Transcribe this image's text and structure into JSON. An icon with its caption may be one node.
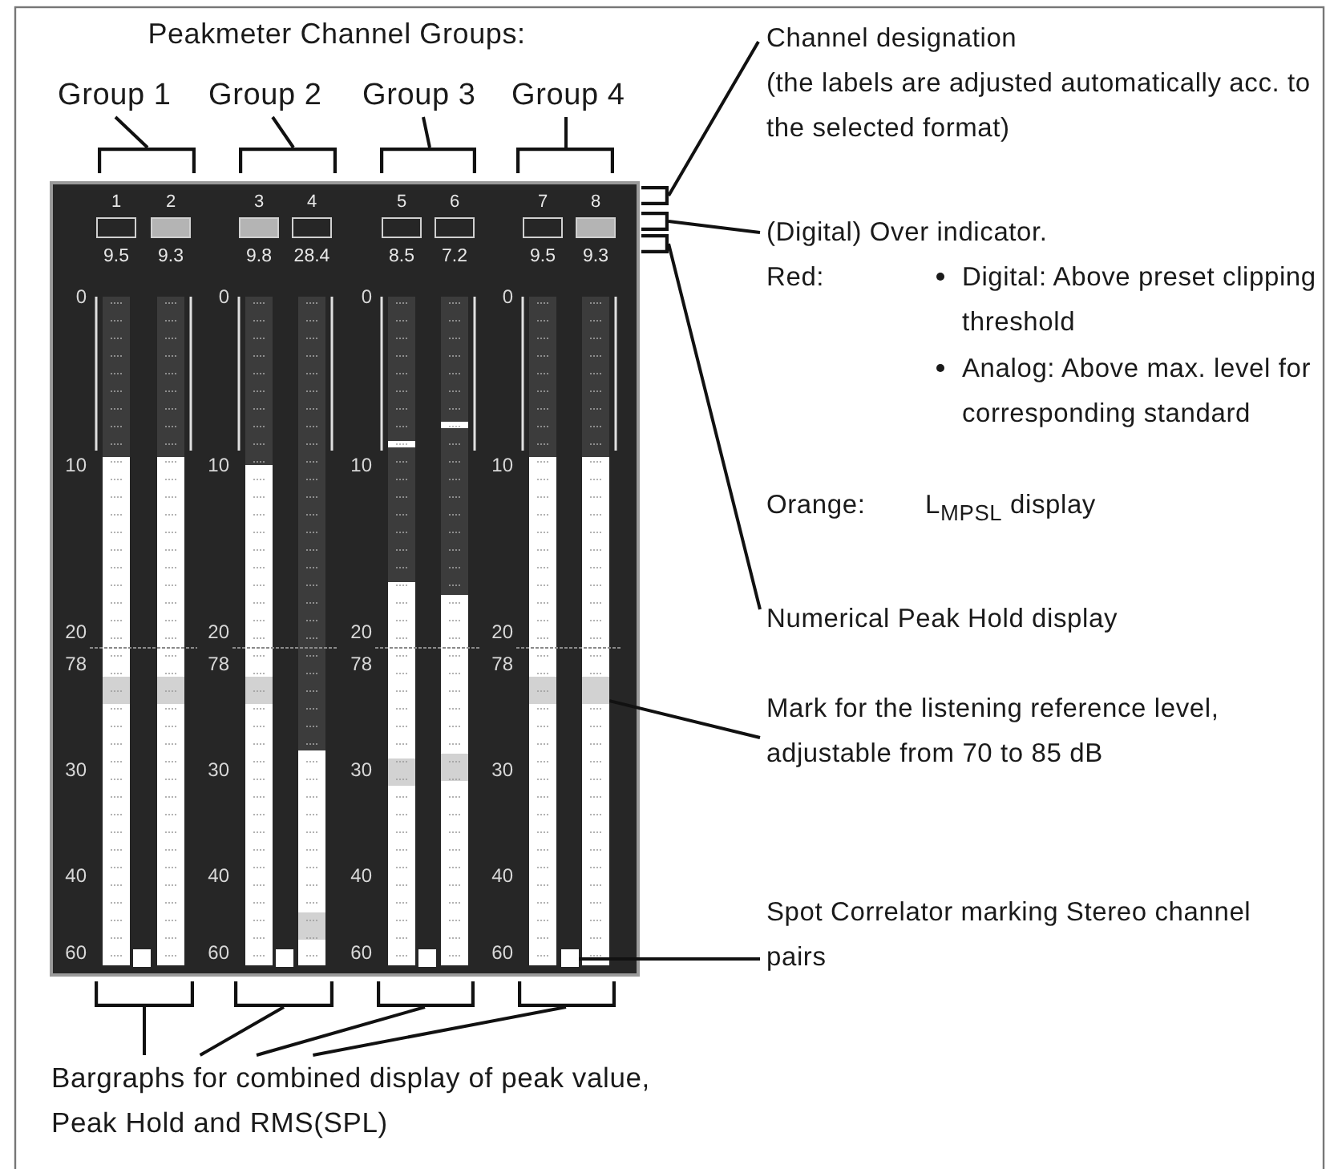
{
  "diagram": {
    "nodes": [
      {
        "text": [
          "Group 1"
        ]
      },
      {
        "text": [
          "Group 2"
        ]
      },
      {
        "text": [
          "Group 3"
        ]
      },
      {
        "text": [
          "Group 4"
        ]
      },
      {
        "text": [],
        "shape": "bracket"
      },
      {
        "text": [],
        "shape": "bracket"
      },
      {
        "text": [],
        "shape": "bracket"
      },
      {
        "text": [],
        "shape": "bracket"
      },
      {
        "text": [
          "Channel designation",
          "(the labels are adjusted automatically acc. to the selected format)"
        ]
      },
      {
        "text": [],
        "shape": "bracket"
      },
      {
        "text": [
          "(Digital) Over indicator.",
          "Red:",
          "Digital: Above preset clipping threshold",
          "Analog: Above max. level for corresponding standard",
          "Orange:",
          "L$_{MPSL}$ display"
        ]
      },
      {
        "text": [],
        "shape": "bracket"
      },
      {
        "text": [
          "Numerical Peak Hold display"
        ]
      },
      {
        "text": [],
        "shape": "bracket"
      },
      {
        "text": [
          "Mark for the listening reference level, adjustable from 70 to 85 dB"
        ]
      },
      {
        "text": [],
        "shape": "bar"
      },
      {
        "text": [
          "Spot Correlator marking Stereo channel pairs"
        ]
      },
      {
        "text": [],
        "shape": "box"
      },
      {
        "text": [],
        "shape": "bracket"
      },
      {
        "text": [],
        "shape": "bracket"
      },
      {
        "text": [],
        "shape": "bracket"
      },
      {
        "text": [],
        "shape": "bracket"
      },
      {
        "text": [
          "Bargraphs for combined display of peak value, Peak Hold and RMS(SPL)"
        ]
      }
    ],
    "edges": [
      {
        "from": 0,
        "to": 4,
        "arrow": "none"
      },
      {
        "from": 1,
        "to": 5,
        "arrow": "none"
      },
      {
        "from": 2,
        "to": 6,
        "arrow": "none"
      },
      {
        "from": 3,
        "to": 7,
        "arrow": "none"
      },
      {
        "from": 8,
        "to": 9,
        "arrow": "none"
      },
      {
        "from": 10,
        "to": 11,
        "arrow": "none"
      },
      {
        "from": 12,
        "to": 13,
        "arrow": "none"
      },
      {
        "from": 14,
        "to": 15,
        "arrow": "none"
      },
      {
        "from": 16,
        "to": 17,
        "arrow": "none"
      },
      {
        "from": 22,
        "to": 18,
        "arrow": "none"
      },
      {
        "from": 22,
        "to": 19,
        "arrow": "none"
      },
      {
        "from": 22,
        "to": 20,
        "arrow": "none"
      },
      {
        "from": 22,
        "to": 21,
        "arrow": "none"
      }
    ],
    "labels": [
      "Peakmeter Channel Groups:",
      "1",
      "2",
      "3",
      "4",
      "5",
      "6",
      "7",
      "8",
      "9.5",
      "9.3",
      "9.8",
      "28.4",
      "8.5",
      "7.2",
      "9.5",
      "9.3",
      "0",
      "0",
      "0",
      "0",
      "10",
      "10",
      "10",
      "10",
      "20",
      "20",
      "20",
      "20",
      "78",
      "78",
      "78",
      "78",
      "30",
      "30",
      "30",
      "30",
      "40",
      "40",
      "40",
      "40",
      "60",
      "60",
      "60",
      "60"
    ]
  }
}
